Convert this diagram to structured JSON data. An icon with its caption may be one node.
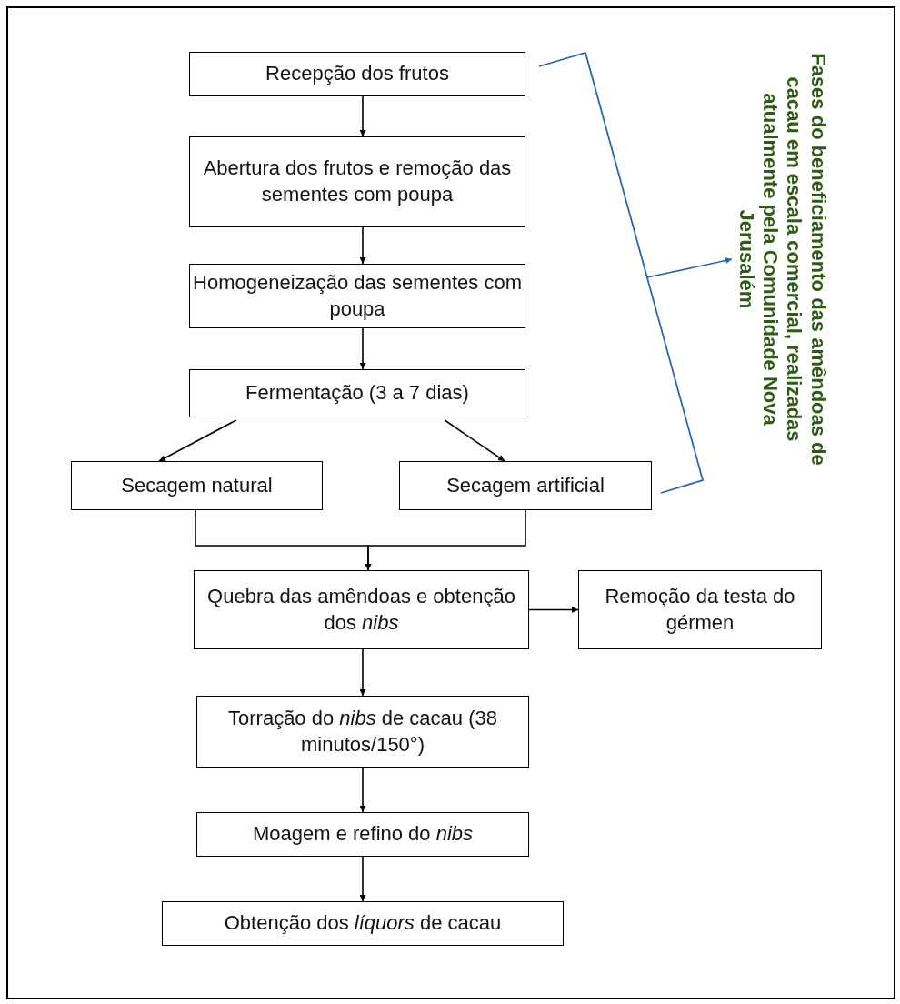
{
  "diagram": {
    "nodes": [
      {
        "text": [
          "Recepção dos frutos"
        ]
      },
      {
        "text": [
          "Abertura dos frutos e remoção das sementes com poupa"
        ]
      },
      {
        "text": [
          "Homogeneização das sementes com poupa"
        ]
      },
      {
        "text": [
          "Fermentação (3 a 7 dias)"
        ]
      },
      {
        "text": [
          "Secagem natural"
        ]
      },
      {
        "text": [
          "Secagem artificial"
        ]
      },
      {
        "text": [
          "Quebra das amêndoas e obtenção dos *nibs*"
        ]
      },
      {
        "text": [
          "Remoção da testa do gérmen"
        ]
      },
      {
        "text": [
          "Torração do *nibs* de cacau (38 minutos/150°)"
        ]
      },
      {
        "text": [
          "Moagem e refino do *nibs*"
        ]
      },
      {
        "text": [
          "Obtenção dos *líquors* de cacau"
        ]
      },
      {
        "text": [],
        "shape": "bracket"
      },
      {
        "text": [
          "Fases do beneficiamento das amêndoas de cacau em escala comercial, realizadas atualmente pela Comunidade Nova Jerusalém"
        ]
      }
    ],
    "edges": [
      {
        "from": 0,
        "to": 1,
        "arrow": "to"
      },
      {
        "from": 1,
        "to": 2,
        "arrow": "to"
      },
      {
        "from": 2,
        "to": 3,
        "arrow": "to"
      },
      {
        "from": 3,
        "to": 4,
        "arrow": "to"
      },
      {
        "from": 3,
        "to": 5,
        "arrow": "to"
      },
      {
        "from": 4,
        "to": 6,
        "arrow": "to"
      },
      {
        "from": 5,
        "to": 6,
        "arrow": "to"
      },
      {
        "from": 6,
        "to": 7,
        "arrow": "to"
      },
      {
        "from": 6,
        "to": 8,
        "arrow": "to"
      },
      {
        "from": 8,
        "to": 9,
        "arrow": "to"
      },
      {
        "from": 9,
        "to": 10,
        "arrow": "to"
      },
      {
        "from": 11,
        "to": 12,
        "arrow": "to",
        "color": "#2e64a8"
      }
    ]
  }
}
